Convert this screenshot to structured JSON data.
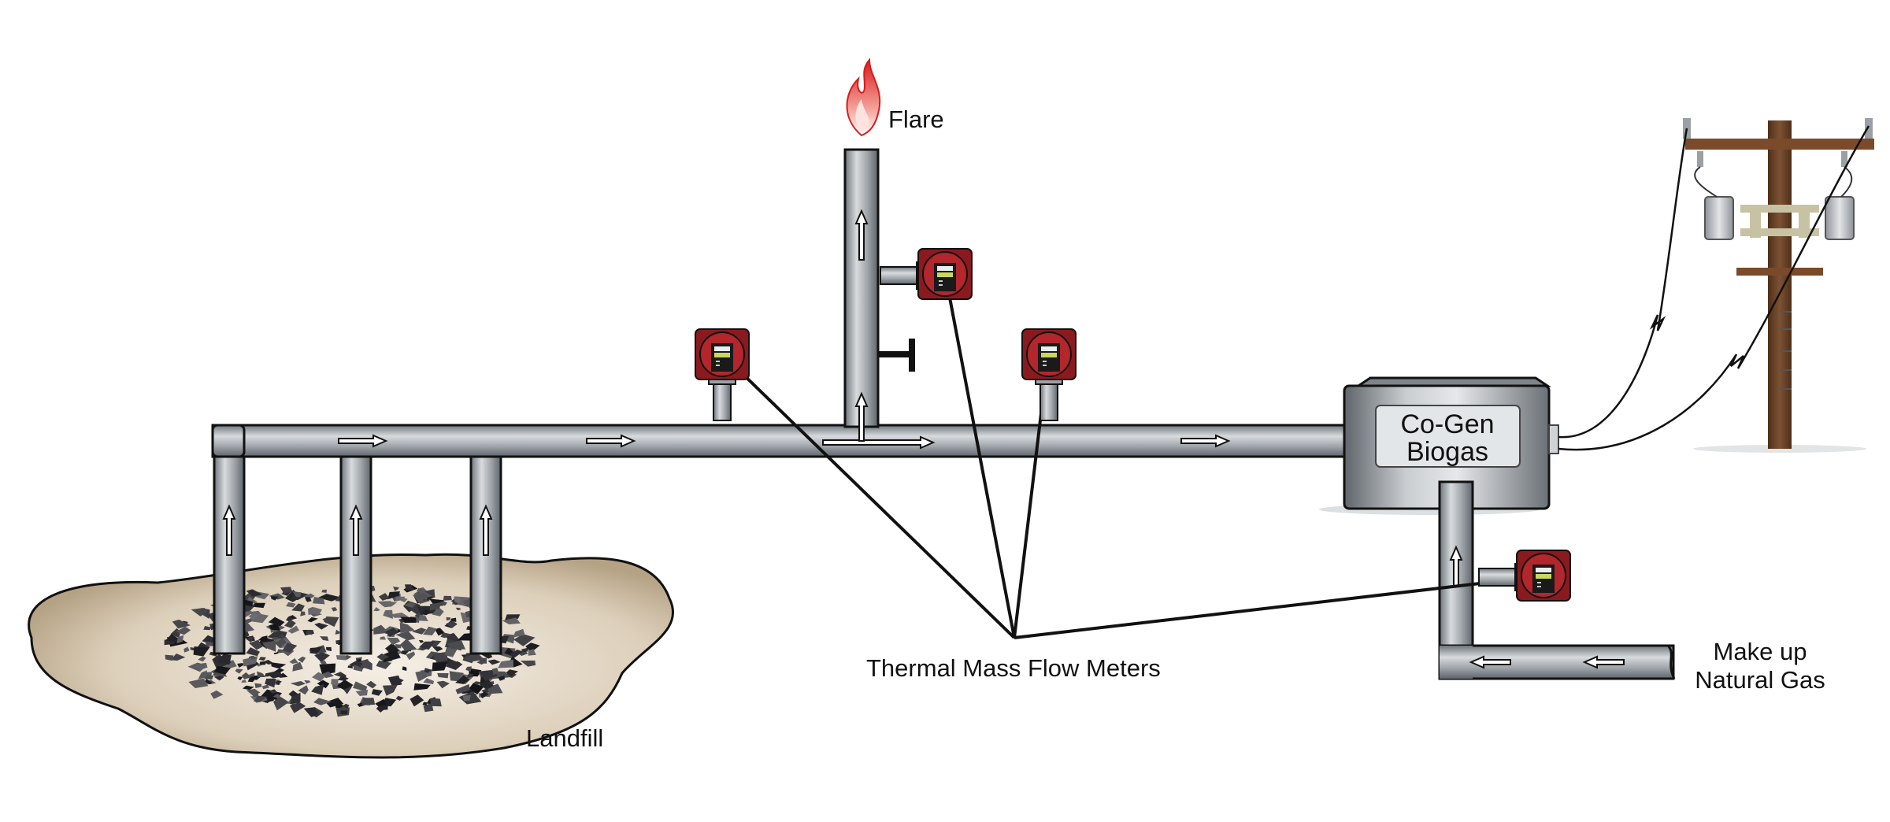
{
  "labels": {
    "flare": "Flare",
    "landfill": "Landfill",
    "meters": "Thermal Mass Flow Meters",
    "cogen_line1": "Co-Gen",
    "cogen_line2": "Biogas",
    "makeup_line1": "Make up",
    "makeup_line2": "Natural Gas"
  },
  "colors": {
    "pipe": "#8c9196",
    "pipe_highlight": "#d5d9dc",
    "meter_housing": "#b3262b",
    "meter_display": "#c9d95a",
    "landfill_soil": "#d8c7ad",
    "flame": "#e53935",
    "pole": "#6b4226"
  },
  "icons": [
    "flame-icon",
    "flow-meter-icon",
    "utility-pole-icon",
    "flow-arrow-icon",
    "valve-icon"
  ]
}
